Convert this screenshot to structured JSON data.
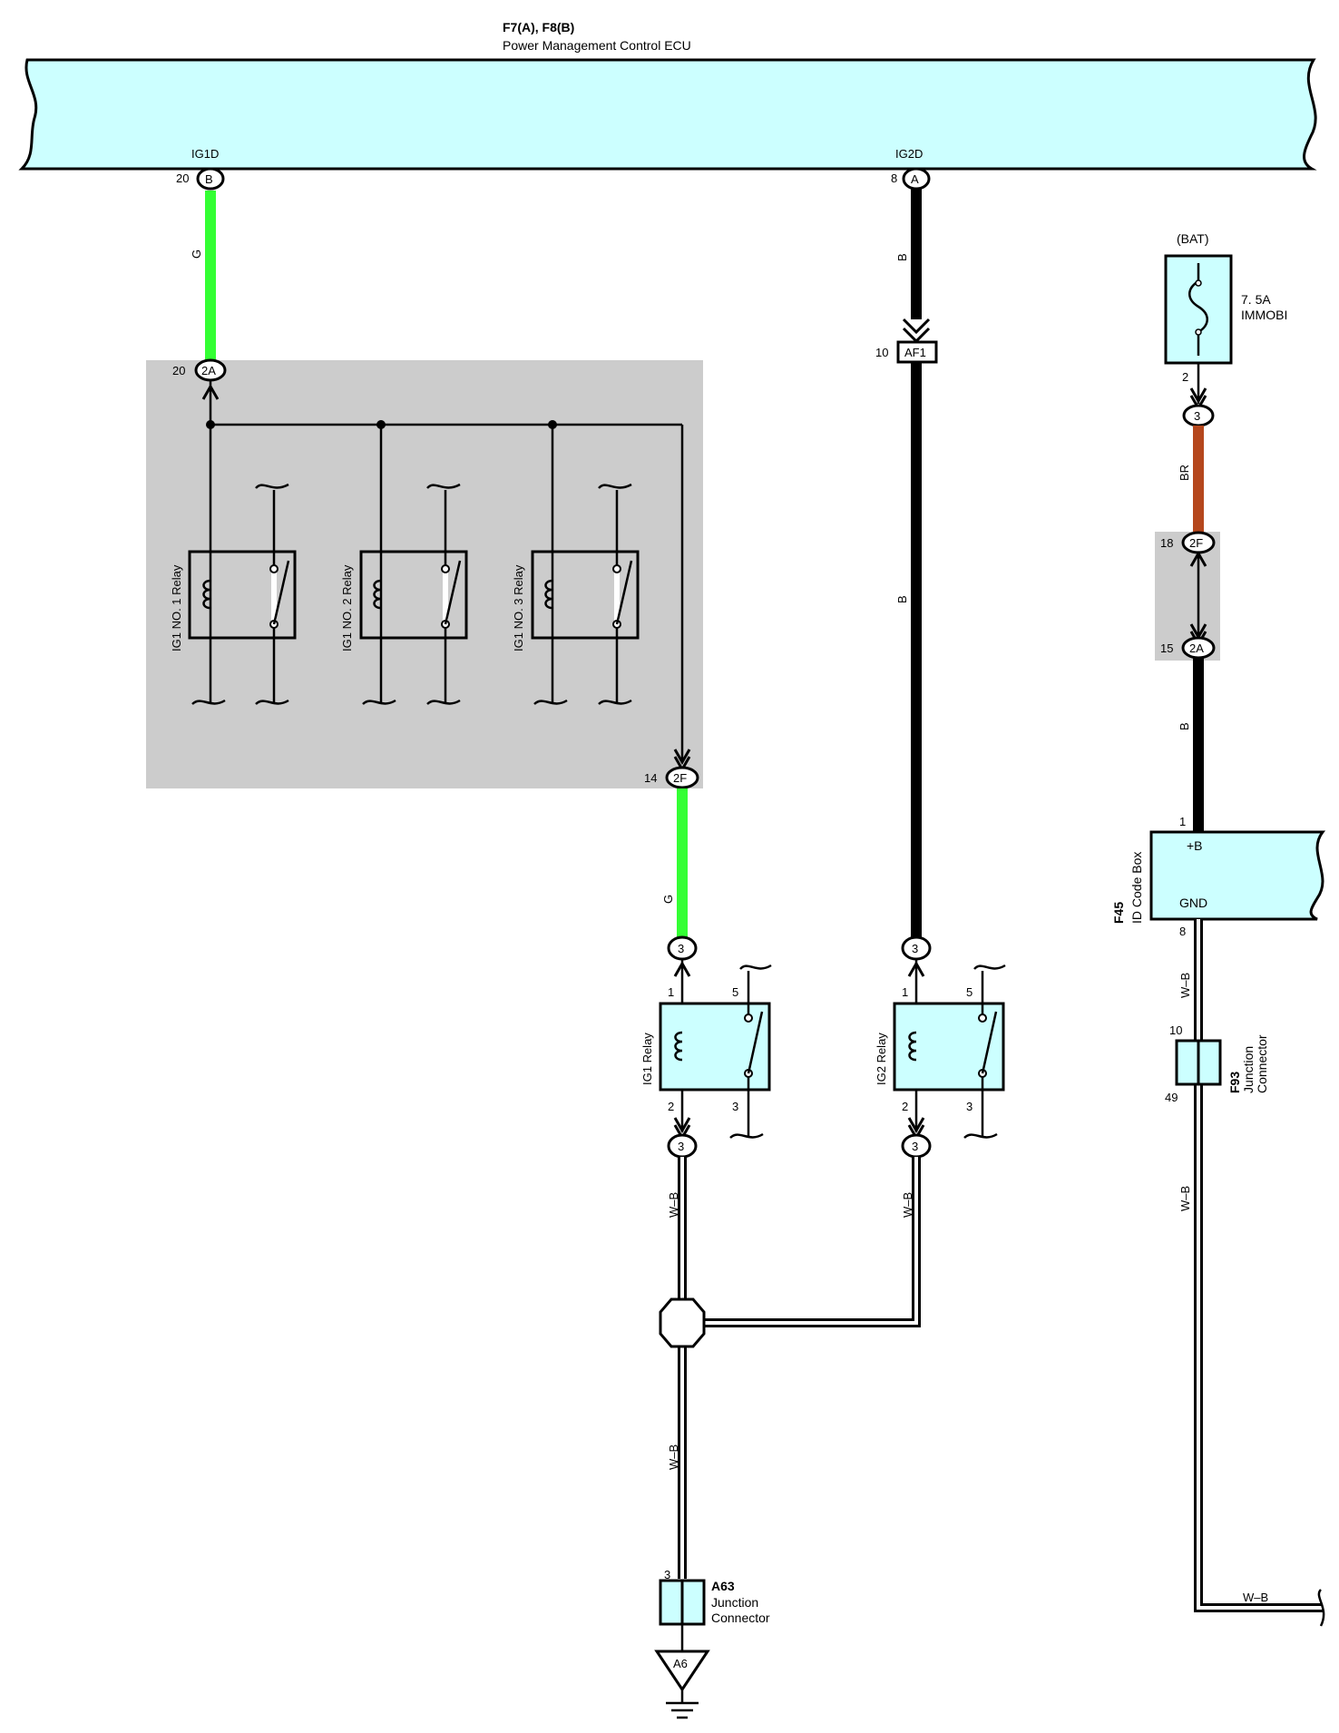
{
  "colors": {
    "ecu_fill": "#ccffff",
    "gray_block": "#cccccc",
    "wire_green": "#33ff33",
    "wire_black": "#000000",
    "wire_brown": "#b5471d",
    "wire_white_black": "#ffffff"
  },
  "ecu": {
    "connectors": "F7(A), F8(B)",
    "name": "Power Management Control ECU",
    "pin_ig1d": "IG1D",
    "pin_ig2d": "IG2D",
    "ig1d_pin_no": "20",
    "ig1d_conn": "B",
    "ig2d_pin_no": "8",
    "ig2d_conn": "A"
  },
  "junction_block": {
    "in_pin_no": "20",
    "in_conn": "2A",
    "out_pin_no": "14",
    "out_conn": "2F",
    "relays": [
      "IG1 NO. 1 Relay",
      "IG1 NO. 2 Relay",
      "IG1 NO. 3 Relay"
    ]
  },
  "wires": {
    "ig1d_color": "G",
    "ig2d_upper_color": "B",
    "ig2d_lower_color": "B",
    "block_out_color": "G",
    "ig1_ground_color": "W–B",
    "ig2_ground_color": "W–B",
    "trunk_ground_color": "W–B",
    "fuse_out_color": "BR",
    "idbox_in_color": "B",
    "idbox_gnd_color": "W–B",
    "f93_out_color": "W–B",
    "bottom_right_color": "W–B"
  },
  "af1": {
    "pin_no": "10",
    "label": "AF1"
  },
  "ig1_relay": {
    "name": "IG1 Relay",
    "top_conn": "3",
    "bottom_conn": "3",
    "pin1": "1",
    "pin2": "2",
    "pin3": "3",
    "pin5": "5"
  },
  "ig2_relay": {
    "name": "IG2 Relay",
    "top_conn": "3",
    "bottom_conn": "3",
    "pin1": "1",
    "pin2": "2",
    "pin3": "3",
    "pin5": "5"
  },
  "fuse": {
    "source": "(BAT)",
    "rating": "7. 5A",
    "name": "IMMOBI",
    "pin_out": "2",
    "conn_out": "3"
  },
  "fuse_block2": {
    "top_pin_no": "18",
    "top_conn": "2F",
    "bottom_pin_no": "15",
    "bottom_conn": "2A"
  },
  "id_code_box": {
    "id": "F45",
    "name": "ID Code Box",
    "pin_b": "+B",
    "pin_gnd": "GND",
    "pin_b_no": "1",
    "pin_gnd_no": "8"
  },
  "f93": {
    "id": "F93",
    "name_line1": "Junction",
    "name_line2": "Connector",
    "pin_top": "10",
    "pin_bottom": "49"
  },
  "a63": {
    "id": "A63",
    "name_line1": "Junction",
    "name_line2": "Connector",
    "pin_top": "3"
  },
  "ground": {
    "label": "A6"
  }
}
